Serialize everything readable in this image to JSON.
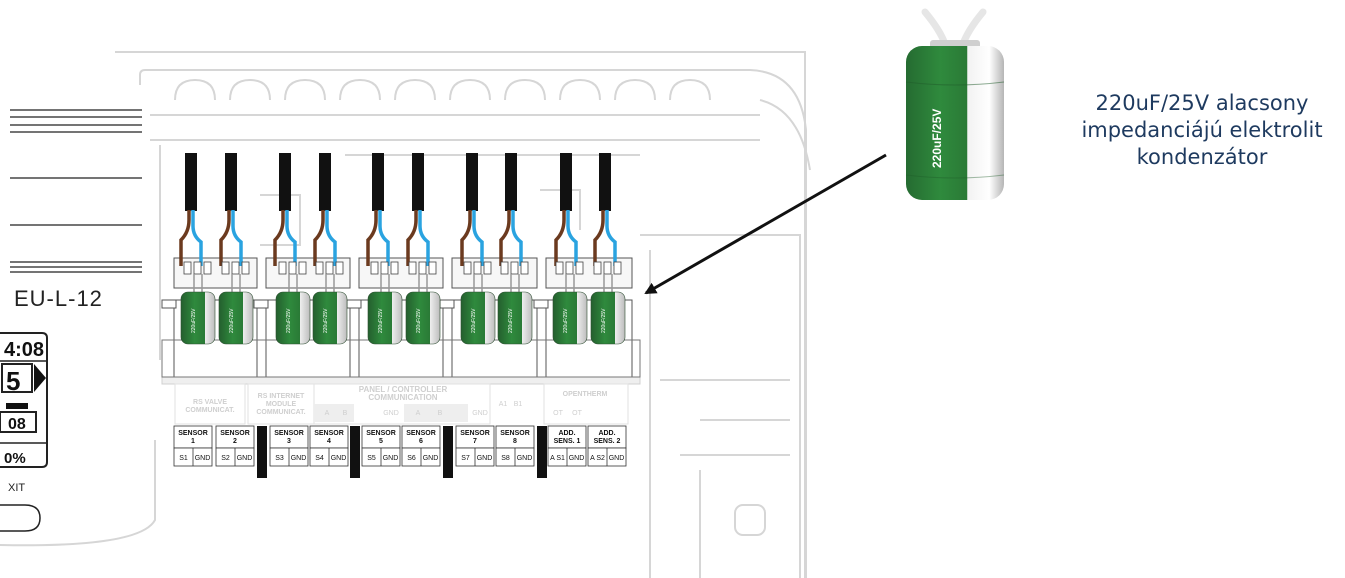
{
  "device": {
    "model": "EU-L-12",
    "screen_time": "4:08",
    "screen_value": "5",
    "screen_small": "08",
    "screen_percent": "0%",
    "exit_label": "XIT"
  },
  "ports_header": {
    "rs_valve": [
      "RS VALVE",
      "COMMUNICAT."
    ],
    "rs_internet": [
      "RS INTERNET",
      "MODULE",
      "COMMUNICAT."
    ],
    "panel": [
      "PANEL / CONTROLLER",
      "COMMUNICATION"
    ],
    "ab_1": [
      "A",
      "B"
    ],
    "gnd_1": "GND",
    "ab_2": [
      "A",
      "B"
    ],
    "gnd_2": "GND",
    "a1b1": [
      "A1",
      "B1"
    ],
    "opentherm": "OPENTHERM",
    "ot": [
      "OT",
      "OT"
    ]
  },
  "sensors": [
    {
      "title": [
        "SENSOR",
        "1"
      ],
      "pins": [
        "S1",
        "GND"
      ]
    },
    {
      "title": [
        "SENSOR",
        "2"
      ],
      "pins": [
        "S2",
        "GND"
      ]
    },
    {
      "title": [
        "SENSOR",
        "3"
      ],
      "pins": [
        "S3",
        "GND"
      ]
    },
    {
      "title": [
        "SENSOR",
        "4"
      ],
      "pins": [
        "S4",
        "GND"
      ]
    },
    {
      "title": [
        "SENSOR",
        "5"
      ],
      "pins": [
        "S5",
        "GND"
      ]
    },
    {
      "title": [
        "SENSOR",
        "6"
      ],
      "pins": [
        "S6",
        "GND"
      ]
    },
    {
      "title": [
        "SENSOR",
        "7"
      ],
      "pins": [
        "S7",
        "GND"
      ]
    },
    {
      "title": [
        "SENSOR",
        "8"
      ],
      "pins": [
        "S8",
        "GND"
      ]
    },
    {
      "title": [
        "ADD.",
        "SENS. 1"
      ],
      "pins": [
        "A S1",
        "GND"
      ]
    },
    {
      "title": [
        "ADD.",
        "SENS. 2"
      ],
      "pins": [
        "A S2",
        "GND"
      ]
    }
  ],
  "capacitor": {
    "label": "220uF/25V",
    "color": "#2f7d3b"
  },
  "caption": [
    "220uF/25V alacsony",
    "impedanciájú elektrolit",
    "kondenzátor"
  ],
  "colors": {
    "wire_brown": "#6b3a1f",
    "wire_blue": "#2aa3e0",
    "caption": "#1e3a5f"
  }
}
